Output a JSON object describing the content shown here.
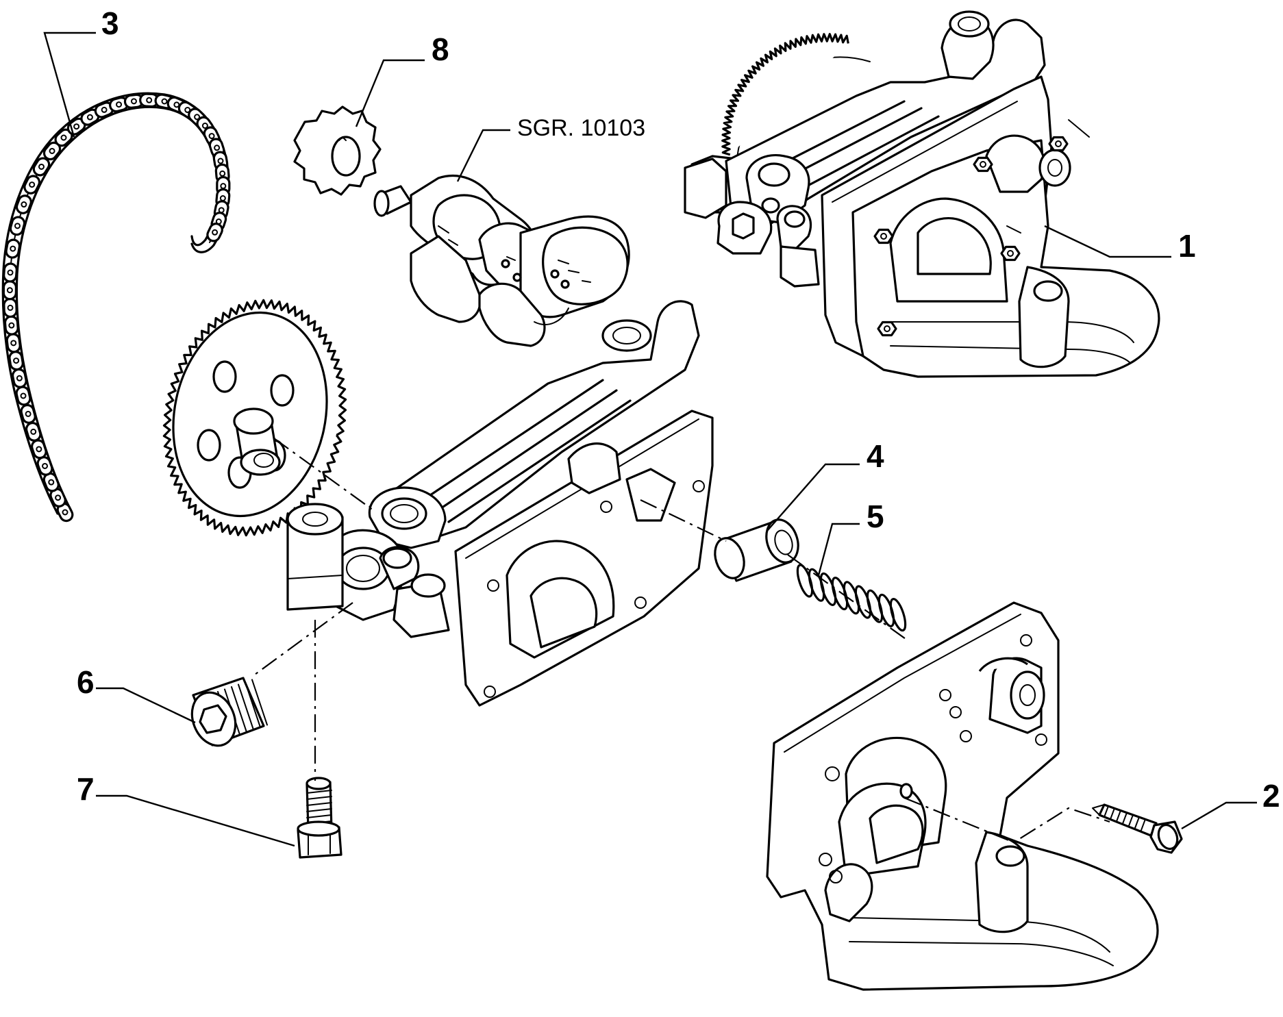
{
  "callouts": [
    {
      "id": "1",
      "label": "1",
      "part": "oil-pump-assembly"
    },
    {
      "id": "2",
      "label": "2",
      "part": "cover-screw"
    },
    {
      "id": "3",
      "label": "3",
      "part": "drive-chain"
    },
    {
      "id": "4",
      "label": "4",
      "part": "relief-valve-piston"
    },
    {
      "id": "5",
      "label": "5",
      "part": "relief-valve-spring"
    },
    {
      "id": "6",
      "label": "6",
      "part": "threaded-plug"
    },
    {
      "id": "7",
      "label": "7",
      "part": "mounting-bolt"
    },
    {
      "id": "8",
      "label": "8",
      "part": "crankshaft-sprocket"
    }
  ],
  "reference": "SGR. 10103"
}
